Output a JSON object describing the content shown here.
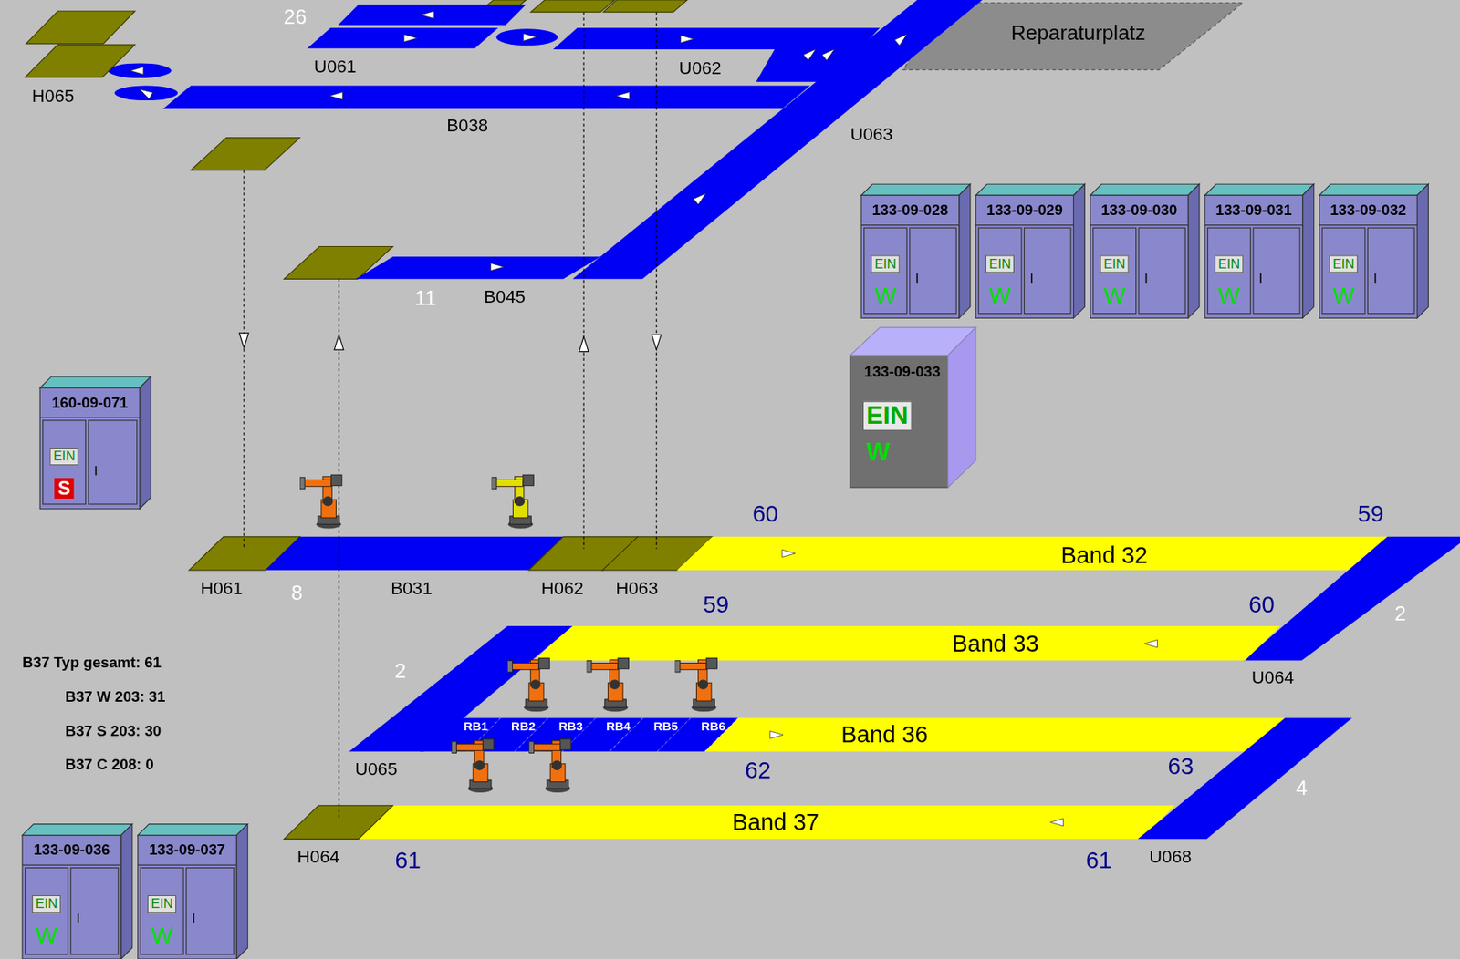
{
  "diagram": {
    "nodes": [
      {
        "text": [
          "H065"
        ]
      },
      {
        "text": [
          "U061"
        ]
      },
      {
        "text": [
          "U062"
        ]
      },
      {
        "text": [
          "Reparaturplatz"
        ]
      },
      {
        "text": [
          "B038"
        ]
      },
      {
        "text": [
          "U063"
        ]
      },
      {
        "text": [
          "B045"
        ]
      },
      {
        "text": [
          "133-09-028",
          "EIN",
          "W"
        ]
      },
      {
        "text": [
          "133-09-029",
          "EIN",
          "W"
        ]
      },
      {
        "text": [
          "133-09-030",
          "EIN",
          "W"
        ]
      },
      {
        "text": [
          "133-09-031",
          "EIN",
          "W"
        ]
      },
      {
        "text": [
          "133-09-032",
          "EIN",
          "W"
        ]
      },
      {
        "text": [
          "133-09-033",
          "EIN",
          "W"
        ]
      },
      {
        "text": [
          "160-09-071",
          "EIN",
          "S"
        ]
      },
      {
        "text": [
          "H061"
        ]
      },
      {
        "text": [
          "B031"
        ]
      },
      {
        "text": [
          "H062"
        ]
      },
      {
        "text": [
          "H063"
        ]
      },
      {
        "text": [
          "Band 32"
        ]
      },
      {
        "text": [
          "U064"
        ]
      },
      {
        "text": [
          "Band 33"
        ]
      },
      {
        "text": [
          "U065"
        ]
      },
      {
        "text": [
          "RB1"
        ]
      },
      {
        "text": [
          "RB2"
        ]
      },
      {
        "text": [
          "RB3"
        ]
      },
      {
        "text": [
          "RB4"
        ]
      },
      {
        "text": [
          "RB5"
        ]
      },
      {
        "text": [
          "RB6"
        ]
      },
      {
        "text": [
          "Band 36"
        ]
      },
      {
        "text": [
          "Band 37"
        ]
      },
      {
        "text": [
          "U068"
        ]
      },
      {
        "text": [
          "H064"
        ]
      },
      {
        "text": [
          "133-09-036",
          "EIN",
          "W"
        ]
      },
      {
        "text": [
          "133-09-037",
          "EIN",
          "W"
        ]
      }
    ],
    "labels": [
      "26",
      "11",
      "8",
      "60",
      "59",
      "59",
      "60",
      "2",
      "2",
      "62",
      "63",
      "4",
      "61",
      "61",
      "B37 Typ gesamt: 61",
      "B37 W 203: 31",
      "B37 S 203: 30",
      "B37 C 208: 0"
    ]
  }
}
